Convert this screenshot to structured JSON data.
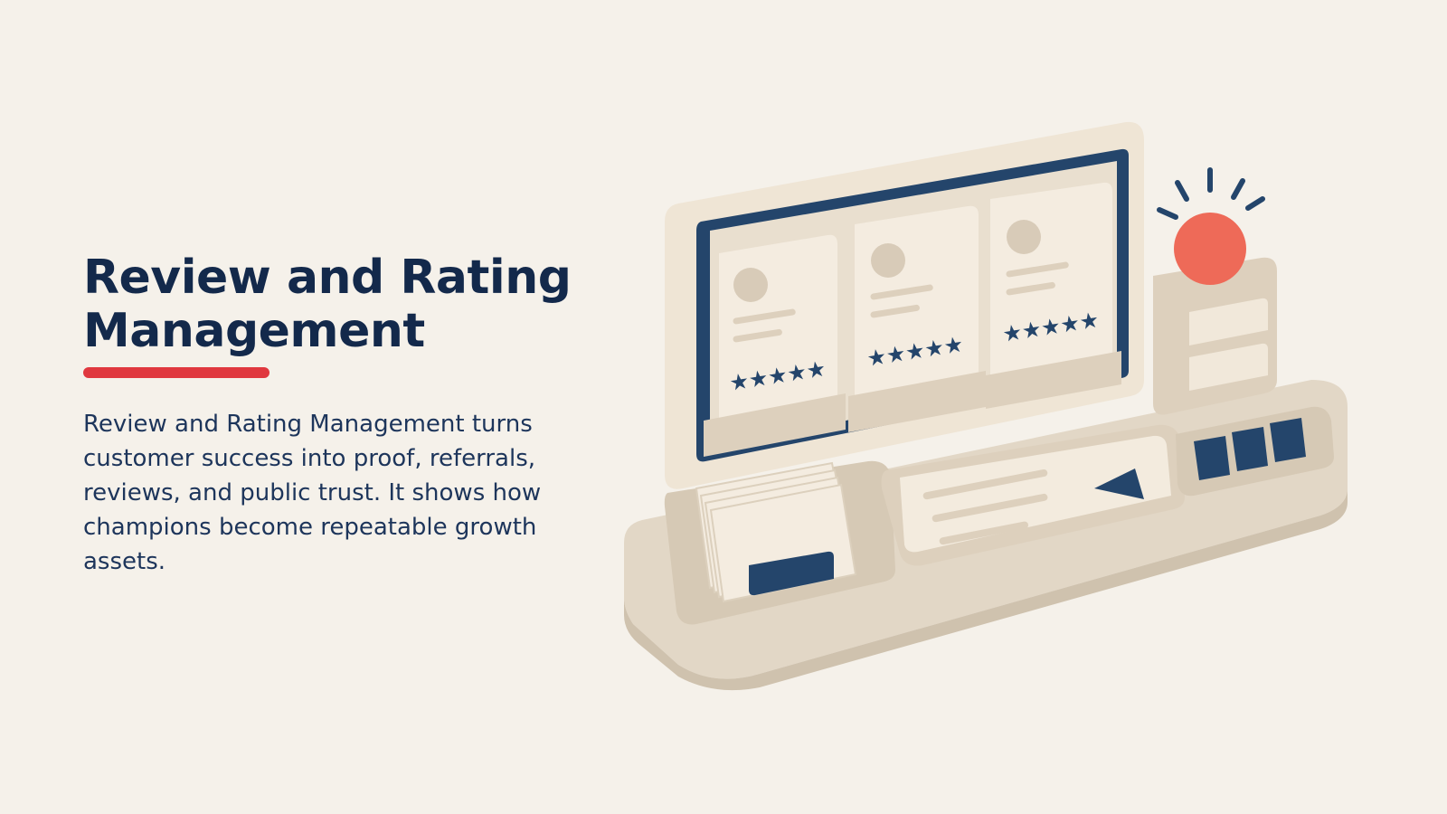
{
  "slide": {
    "title": "Review and Rating Management",
    "body": "Review and Rating Management turns customer success into proof, referrals, reviews, and public trust. It shows how champions become repeatable growth assets."
  },
  "colors": {
    "background": "#f5f1ea",
    "title": "#13294b",
    "accent_underline": "#e0383f",
    "navy": "#24456b",
    "coral": "#ee6a58",
    "cream": "#f3ebde",
    "beige": "#e2d7c6"
  },
  "illustration": {
    "icons": [
      "review-card-icon",
      "star-rating-icon",
      "card-stack-icon",
      "play-icon",
      "alert-light-icon"
    ],
    "review_cards": [
      {
        "stars": 5
      },
      {
        "stars": 5
      },
      {
        "stars": 5
      }
    ]
  }
}
